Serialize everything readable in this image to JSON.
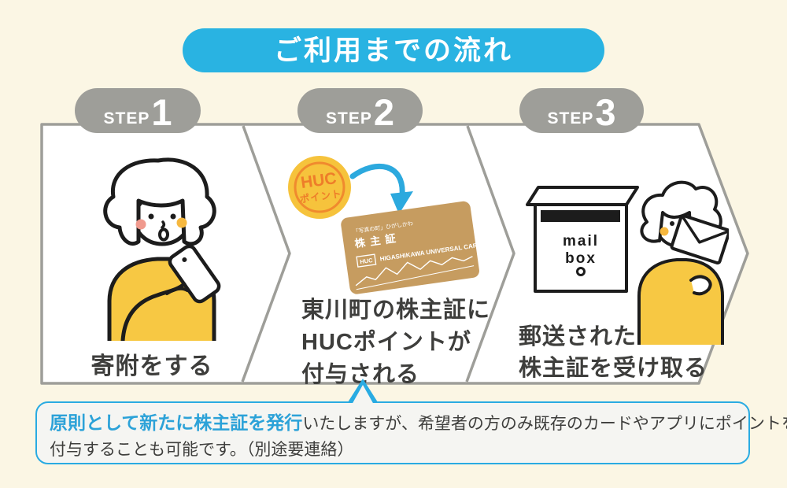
{
  "title": {
    "text": "ご利用までの流れ"
  },
  "steps": [
    {
      "badge_prefix": "STEP",
      "badge_number": "1",
      "caption": [
        "寄附をする"
      ]
    },
    {
      "badge_prefix": "STEP",
      "badge_number": "2",
      "caption": [
        "東川町の株主証に",
        "HUCポイントが",
        "付与される"
      ]
    },
    {
      "badge_prefix": "STEP",
      "badge_number": "3",
      "caption": [
        "郵送された",
        "株主証を受け取る"
      ]
    }
  ],
  "step2_illustration": {
    "point_badge_line1": "HUC",
    "point_badge_line2": "ポイント",
    "card_subtitle": "「写真の町」ひがしかわ",
    "card_title": "株主証",
    "card_logo": "HUC",
    "card_brand": "HIGASHIKAWA UNIVERSAL CARD"
  },
  "step3_illustration": {
    "mailbox_line1": "mail",
    "mailbox_line2": "box"
  },
  "note": {
    "highlight": "原則として新たに株主証を発行",
    "line1_rest": "いたしますが、希望者の方のみ既存のカードやアプリにポイントを",
    "line2": "付与することも可能です。（別途要連絡）"
  },
  "colors": {
    "background": "#FBF6E4",
    "accent_cyan": "#29B3E2",
    "badge_gray": "#9E9E99",
    "text_dark": "#3E3E3C",
    "illustration_yellow": "#F7C843",
    "coin_yellow": "#F6C33C",
    "coin_orange": "#EE7D29",
    "card_gold": "#C69C60",
    "arrow_blue": "#2CA9DE",
    "note_border": "#29ABE2",
    "note_highlight_text": "#2CA2D8"
  }
}
